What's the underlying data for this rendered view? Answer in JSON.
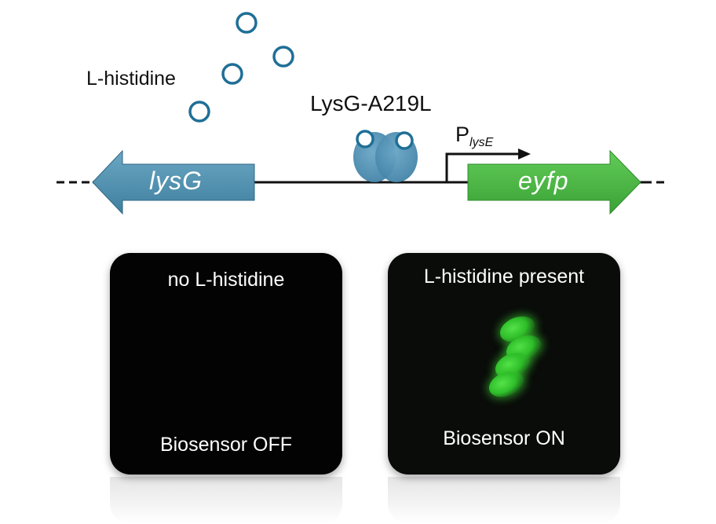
{
  "ligand_label": {
    "small_caps": "L",
    "rest": "-histidine"
  },
  "regulator_label": "LysG-A219L",
  "promoter_label": {
    "main": "P",
    "sub": "lysE"
  },
  "genes": {
    "left": "lysG",
    "right": "eyfp"
  },
  "colors": {
    "lysG_arrow": "#4f8fb0",
    "eyfp_arrow": "#4cb848",
    "ligand_circle": "#1f6f96",
    "panel_background": "#030303",
    "fluorescence": "#3ccf32"
  },
  "panels": [
    {
      "top_text": {
        "prefix": "no ",
        "small_caps": "L",
        "rest": "-histidine"
      },
      "bottom_text": "Biosensor OFF",
      "fluorescent_cells": 0
    },
    {
      "top_text": {
        "prefix": "",
        "small_caps": "L",
        "rest": "-histidine present"
      },
      "bottom_text": "Biosensor ON",
      "fluorescent_cells": 4
    }
  ]
}
